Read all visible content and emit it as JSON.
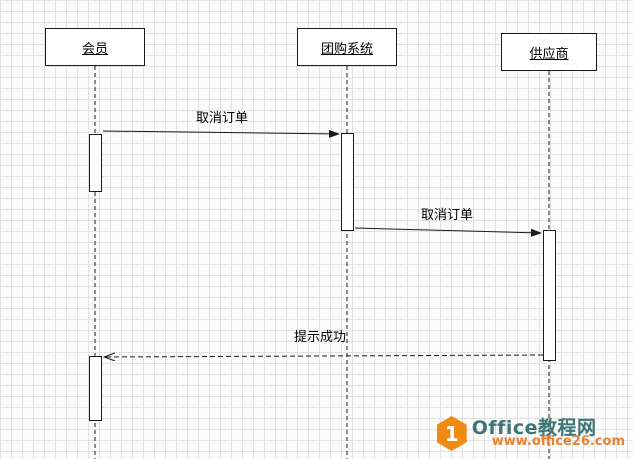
{
  "diagram": {
    "actors": [
      {
        "label": "会员"
      },
      {
        "label": "团购系统"
      },
      {
        "label": "供应商"
      }
    ],
    "messages": [
      {
        "label": "取消订单",
        "style": "solid"
      },
      {
        "label": "取消订单",
        "style": "solid"
      },
      {
        "label": "提示成功",
        "style": "dashed-return"
      }
    ]
  },
  "watermark": {
    "logo_glyph": "1",
    "site_name": "Office教程网",
    "site_url": "www.office26.com"
  },
  "colors": {
    "grid_line": "#e2e2e2",
    "shape_line": "#1a1a1a",
    "watermark_orange": "#ef8200",
    "watermark_teal": "#2e6b6b",
    "watermark_url_orange": "#e87722"
  }
}
